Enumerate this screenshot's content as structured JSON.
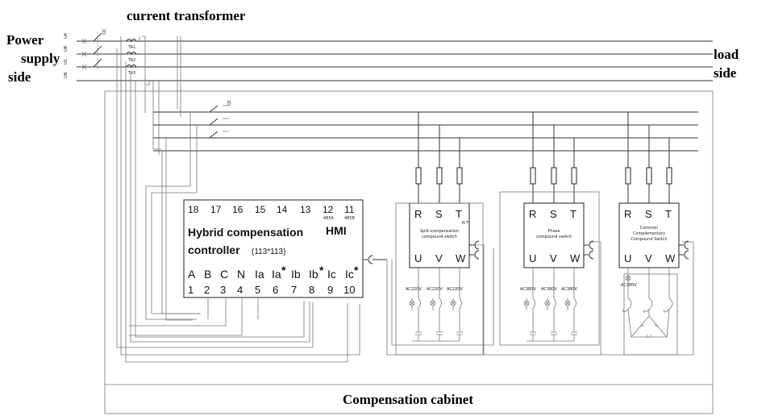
{
  "titles": {
    "current_transformer": "current transformer",
    "power_supply": [
      "Power",
      "supply",
      "side"
    ],
    "load_side": [
      "load",
      "side"
    ],
    "cabinet": "Compensation cabinet"
  },
  "lines": {
    "phases": [
      "UA",
      "UB",
      "UC",
      "UN"
    ],
    "ct": [
      "TA1",
      "TA2",
      "TA3"
    ],
    "breaker": "QC",
    "breaker2": "QC"
  },
  "controller": {
    "top_terminals": [
      "18",
      "17",
      "16",
      "15",
      "14",
      "13",
      "12",
      "11"
    ],
    "top_sub": [
      "485A",
      "485B"
    ],
    "title_line1": "Hybrid compensation",
    "hmi": "HMI",
    "title_line2": "controller",
    "size": "(113*113)",
    "bottom_labels": [
      "A",
      "B",
      "C",
      "N",
      "Ia",
      "Ia",
      "Ib",
      "Ib",
      "Ic",
      "Ic"
    ],
    "bottom_stars": [
      "*",
      "*",
      "*"
    ],
    "bottom_terminals": [
      "1",
      "2",
      "3",
      "4",
      "5",
      "6",
      "7",
      "8",
      "9",
      "10"
    ]
  },
  "switches": [
    {
      "terminals_top": [
        "R",
        "S",
        "T"
      ],
      "terminals_bottom": [
        "U",
        "V",
        "W"
      ],
      "label": [
        "Split-compensation",
        "compound switch"
      ],
      "n_label": "N",
      "n_mark": "T",
      "cap_labels": [
        "AC220V",
        "AC220V",
        "AC220V"
      ]
    },
    {
      "terminals_top": [
        "R",
        "S",
        "T"
      ],
      "terminals_bottom": [
        "U",
        "V",
        "W"
      ],
      "label": [
        "Phase",
        "compound switch"
      ],
      "cap_labels": [
        "AC380V",
        "AC380V",
        "AC380V"
      ]
    },
    {
      "terminals_top": [
        "R",
        "S",
        "T"
      ],
      "terminals_bottom": [
        "U",
        "V",
        "W"
      ],
      "label": [
        "Common",
        "Complementary",
        "Compound Switch"
      ],
      "cap_labels": [
        "AC380V"
      ]
    }
  ]
}
